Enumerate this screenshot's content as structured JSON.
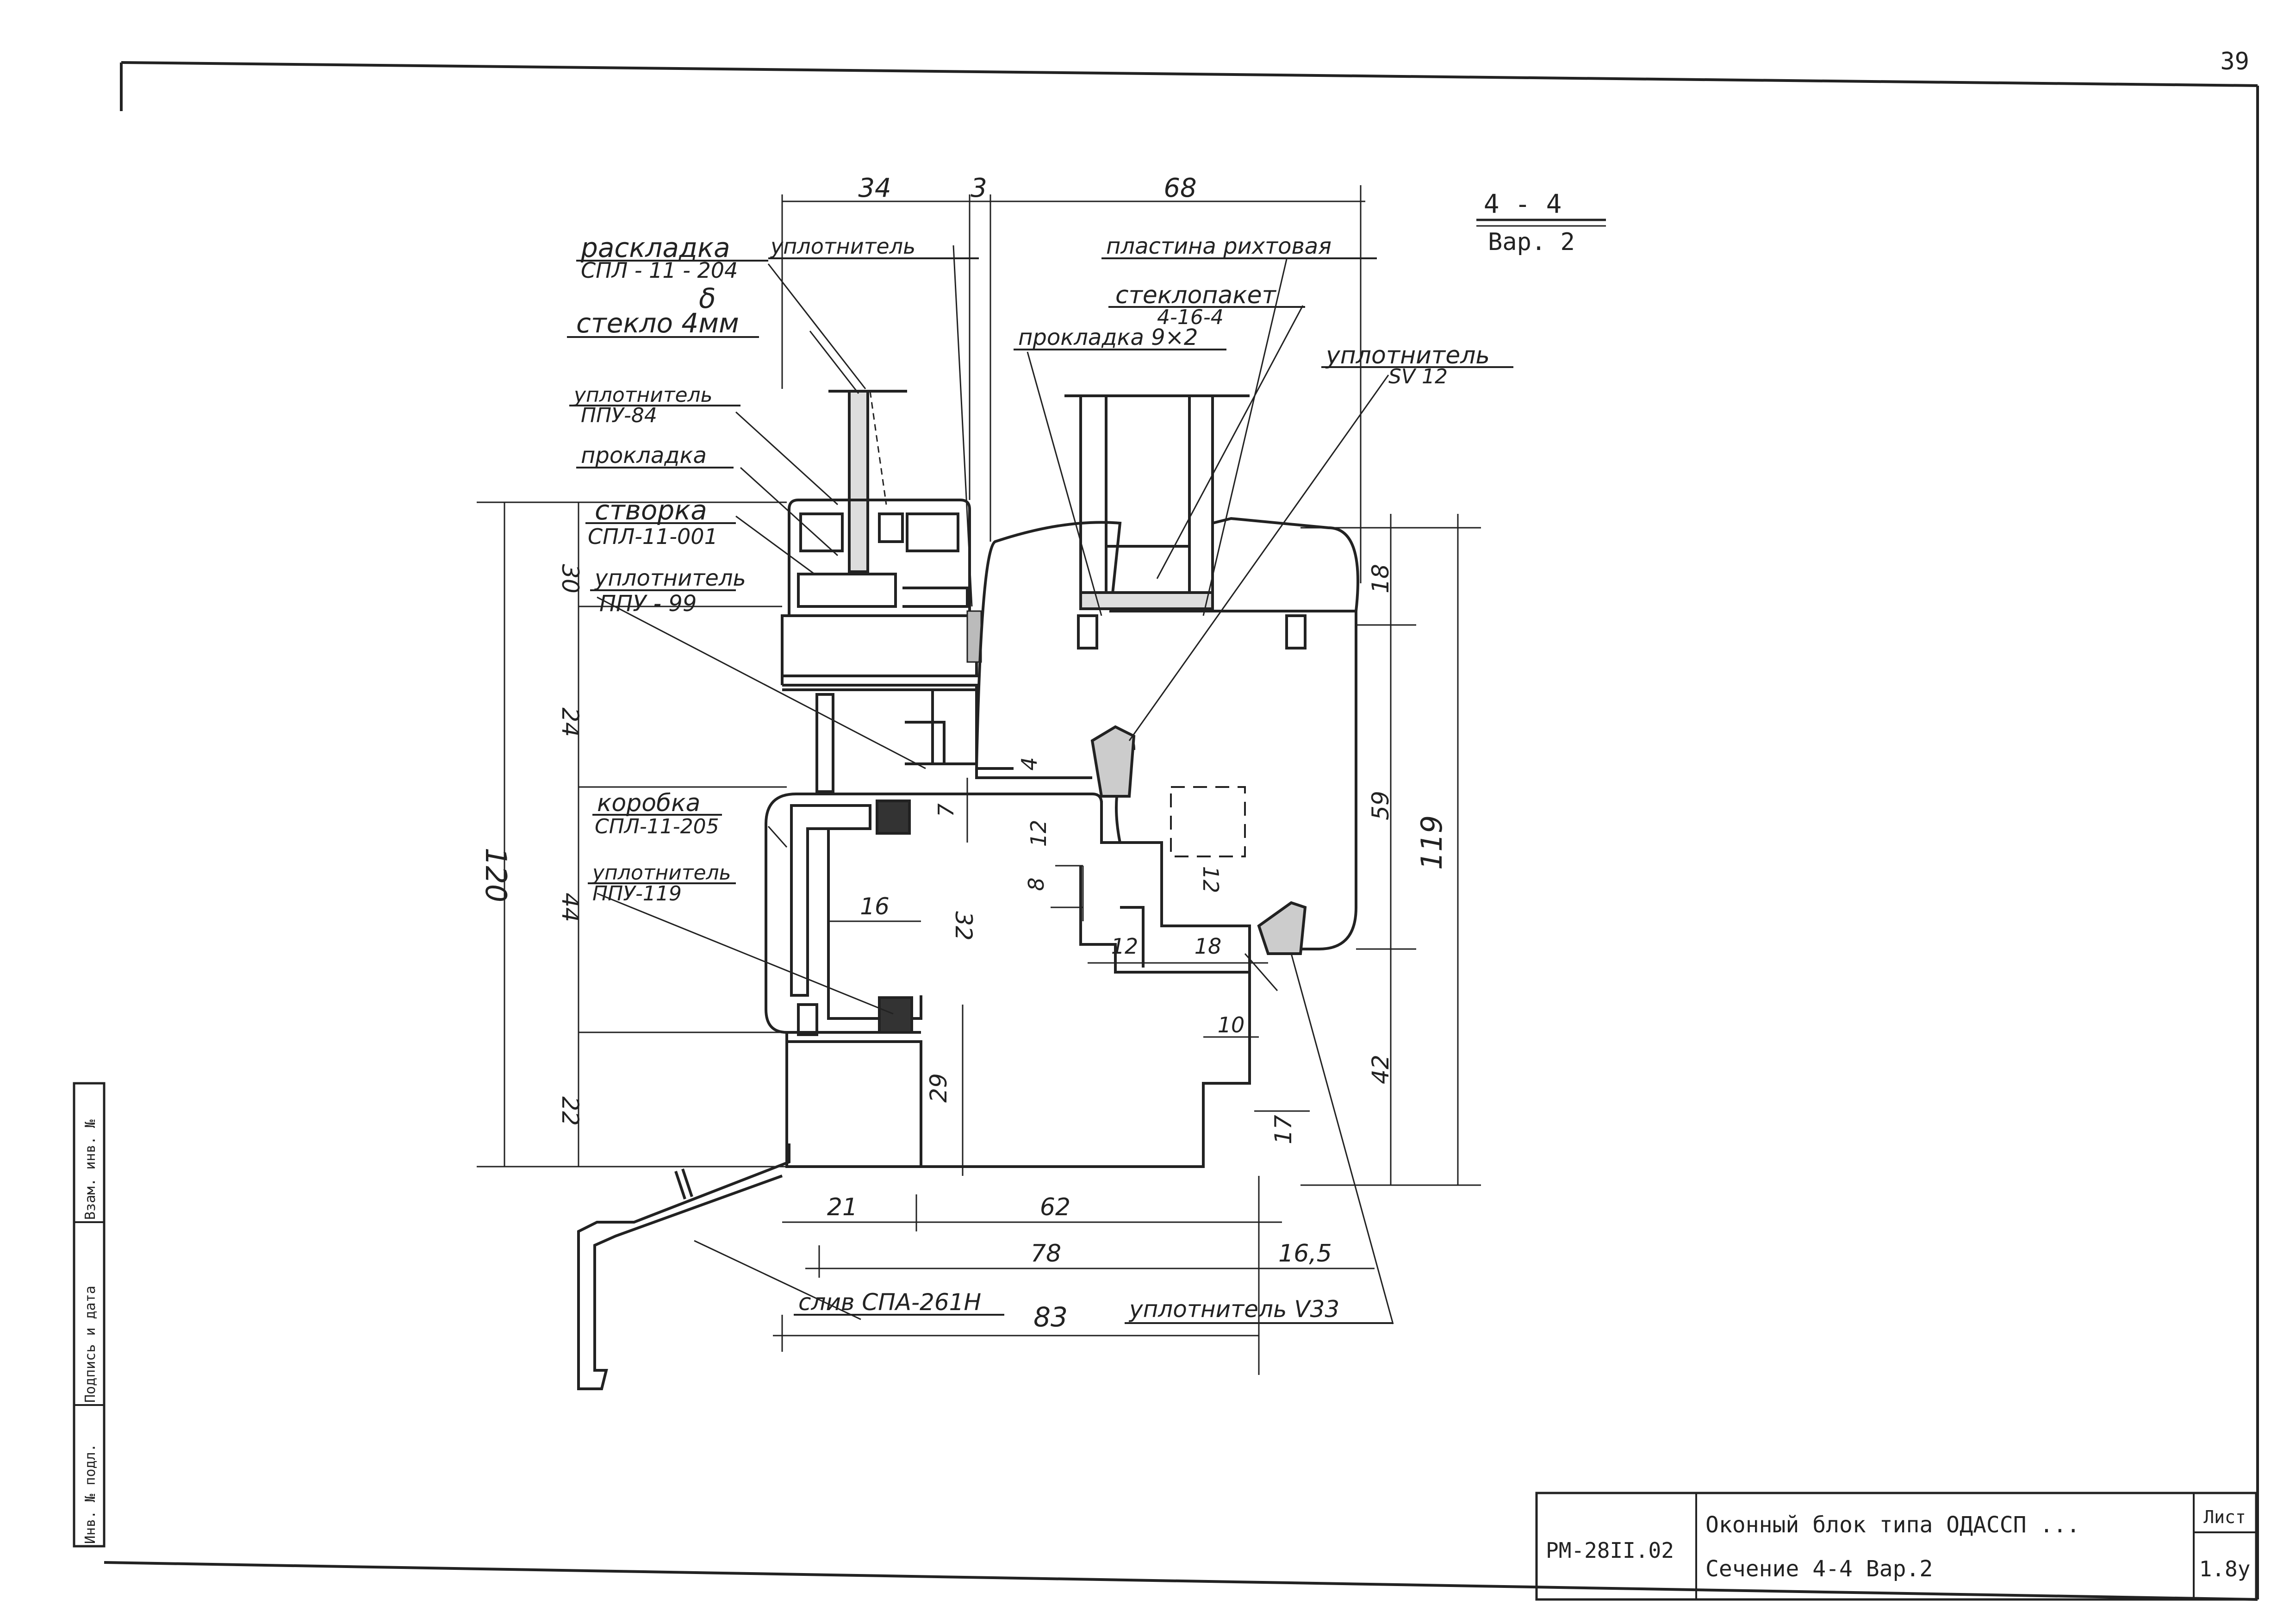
{
  "page_number": "39",
  "section": {
    "title": "4 - 4",
    "variant": "Вар. 2"
  },
  "title_block": {
    "code": "РМ-28II.02",
    "line1": "Оконный блок типа ОДАССП ...",
    "line2": "Сечение 4-4 Вар.2",
    "sheet_label": "Лист",
    "sheet_number": "1.8у"
  },
  "side_stamp": {
    "cells": [
      "Инв. № подл.",
      "Подпись и дата",
      "Взам. инв. №"
    ]
  },
  "callouts": {
    "raskladka": [
      "раскладка",
      "СПЛ - 11 - 204"
    ],
    "steklo": "стекло 4мм",
    "uplot_ppu84": [
      "уплотнитель",
      "ППУ-84"
    ],
    "prokladka": "прокладка",
    "stvorka": [
      "створка",
      "СПЛ-11-001"
    ],
    "uplot_ppu99": [
      "уплотнитель",
      "ППУ - 99"
    ],
    "korobka": [
      "коробка",
      "СПЛ-11-205"
    ],
    "uplot_ppu119": [
      "уплотнитель",
      "ППУ-119"
    ],
    "sliv": "слив СПА-261Н",
    "uplot_top": "уплотнитель",
    "plastina": "пластина рихтовая",
    "steklopaket": [
      "стеклопакет",
      "4-16-4"
    ],
    "prokladka92": "прокладка 9×2",
    "uplot_sv12": [
      "уплотнитель",
      "SV 12"
    ],
    "uplot_v33": "уплотнитель V33",
    "delta": "δ"
  },
  "dimensions": {
    "top": [
      "34",
      "3",
      "68"
    ],
    "left_total": "120",
    "left_parts": [
      "30",
      "24",
      "44",
      "22"
    ],
    "right_total": "119",
    "right_parts": [
      "18",
      "59",
      "42"
    ],
    "inner": [
      "4",
      "7",
      "12",
      "8",
      "16",
      "32",
      "12",
      "12",
      "18",
      "10",
      "29",
      "17"
    ],
    "bottom": [
      "21",
      "62",
      "78",
      "16,5",
      "83"
    ]
  }
}
